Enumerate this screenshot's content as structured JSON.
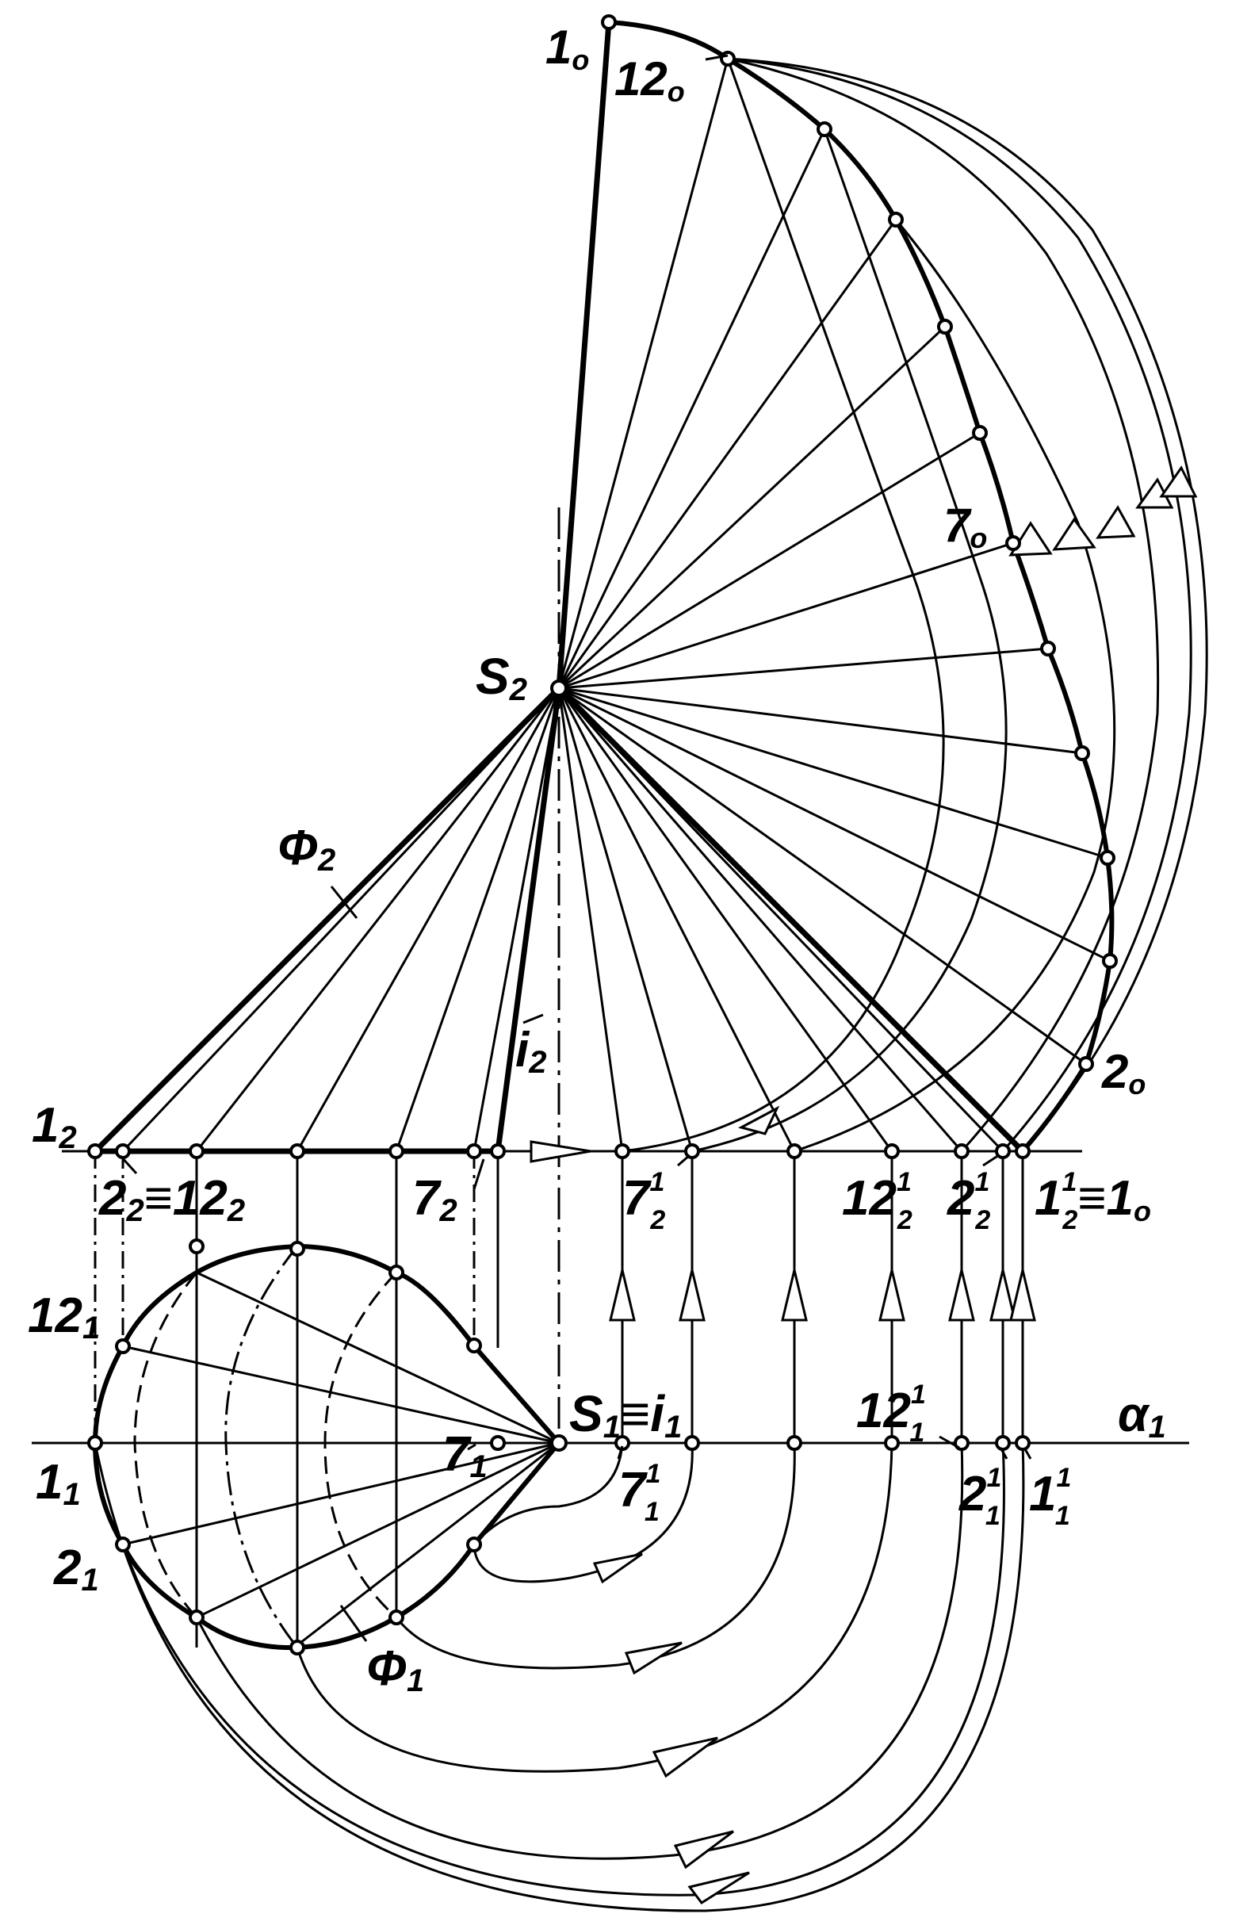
{
  "diagram": {
    "labels": {
      "one_o": {
        "main": "1",
        "sub": "o"
      },
      "twelve_o": {
        "main": "12",
        "sub": "o"
      },
      "seven_o": {
        "main": "7",
        "sub": "o"
      },
      "two_o": {
        "main": "2",
        "sub": "o"
      },
      "s2": {
        "main": "S",
        "sub": "2"
      },
      "phi2": {
        "main": "Φ",
        "sub": "2"
      },
      "i2": {
        "main": "i",
        "sub": "2"
      },
      "one_2": {
        "main": "1",
        "sub": "2"
      },
      "two2_eq_twelve2": {
        "main": "2",
        "sub": "2",
        "mid": "≡12",
        "sub2": "2"
      },
      "seven_2": {
        "main": "7",
        "sub": "2"
      },
      "seven_2_1": {
        "main": "7",
        "sup": "1",
        "sub": "2"
      },
      "twelve_2_1": {
        "main": "12",
        "sup": "1",
        "sub": "2"
      },
      "two_2_1": {
        "main": "2",
        "sup": "1",
        "sub": "2"
      },
      "one_2_1_eq_one_o": {
        "main": "1",
        "sup": "1",
        "sub": "2",
        "mid": "≡1",
        "sub2": "o"
      },
      "twelve_1": {
        "main": "12",
        "sub": "1"
      },
      "s1_eq_i1": {
        "main": "S",
        "sub": "1",
        "mid": "≡i",
        "sub2": "1"
      },
      "twelve_1_1": {
        "main": "12",
        "sup": "1",
        "sub": "1"
      },
      "alpha1": {
        "main": "α",
        "sub": "1"
      },
      "one_1": {
        "main": "1",
        "sub": "1"
      },
      "seven_1": {
        "main": "7",
        "sub": "1"
      },
      "seven_1_1": {
        "main": "7",
        "sup": "1",
        "sub": "1"
      },
      "two_1_1": {
        "main": "2",
        "sup": "1",
        "sub": "1"
      },
      "one_1_1": {
        "main": "1",
        "sup": "1",
        "sub": "1"
      },
      "two_1": {
        "main": "2",
        "sub": "1"
      },
      "phi1": {
        "main": "Φ",
        "sub": "1"
      }
    }
  }
}
